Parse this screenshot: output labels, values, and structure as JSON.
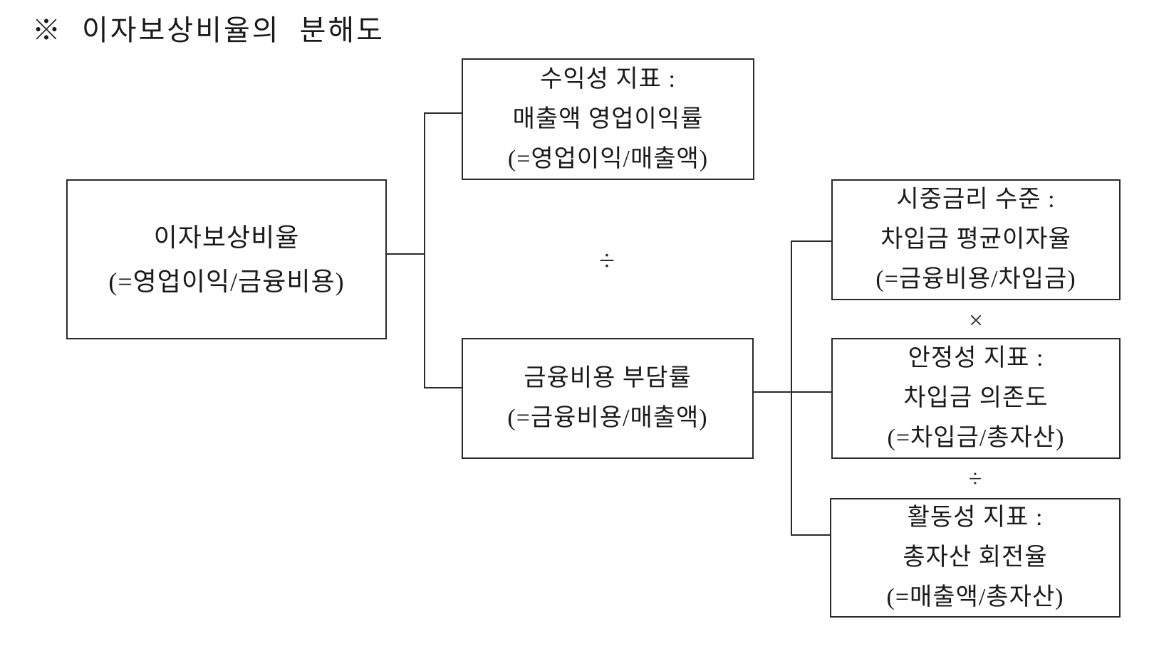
{
  "title": "※ 이자보상비율의 분해도",
  "boxes": {
    "root": {
      "name": "interest-coverage-ratio",
      "lines": [
        "이자보상비율",
        "(=영업이익/금융비용)"
      ]
    },
    "profitability": {
      "name": "profitability-indicator",
      "lines": [
        "수익성 지표 :",
        "매출액 영업이익률",
        "(=영업이익/매출액)"
      ]
    },
    "finance_cost_burden": {
      "name": "financial-cost-burden-ratio",
      "lines": [
        "금융비용 부담률",
        "(=금융비용/매출액)"
      ]
    },
    "market_rate": {
      "name": "market-interest-rate-level",
      "lines": [
        "시중금리 수준 :",
        "차입금 평균이자율",
        "(=금융비용/차입금)"
      ]
    },
    "stability": {
      "name": "stability-indicator",
      "lines": [
        "안정성 지표 :",
        "차입금 의존도",
        "(=차입금/총자산)"
      ]
    },
    "activity": {
      "name": "activity-indicator",
      "lines": [
        "활동성 지표 :",
        "총자산 회전율",
        "(=매출액/총자산)"
      ]
    }
  },
  "operators": {
    "divide_mid": "÷",
    "multiply_right": "×",
    "divide_right": "÷"
  },
  "colors": {
    "ink": "#1a1a1a",
    "line": "#2a2a2a",
    "background": "#ffffff"
  }
}
